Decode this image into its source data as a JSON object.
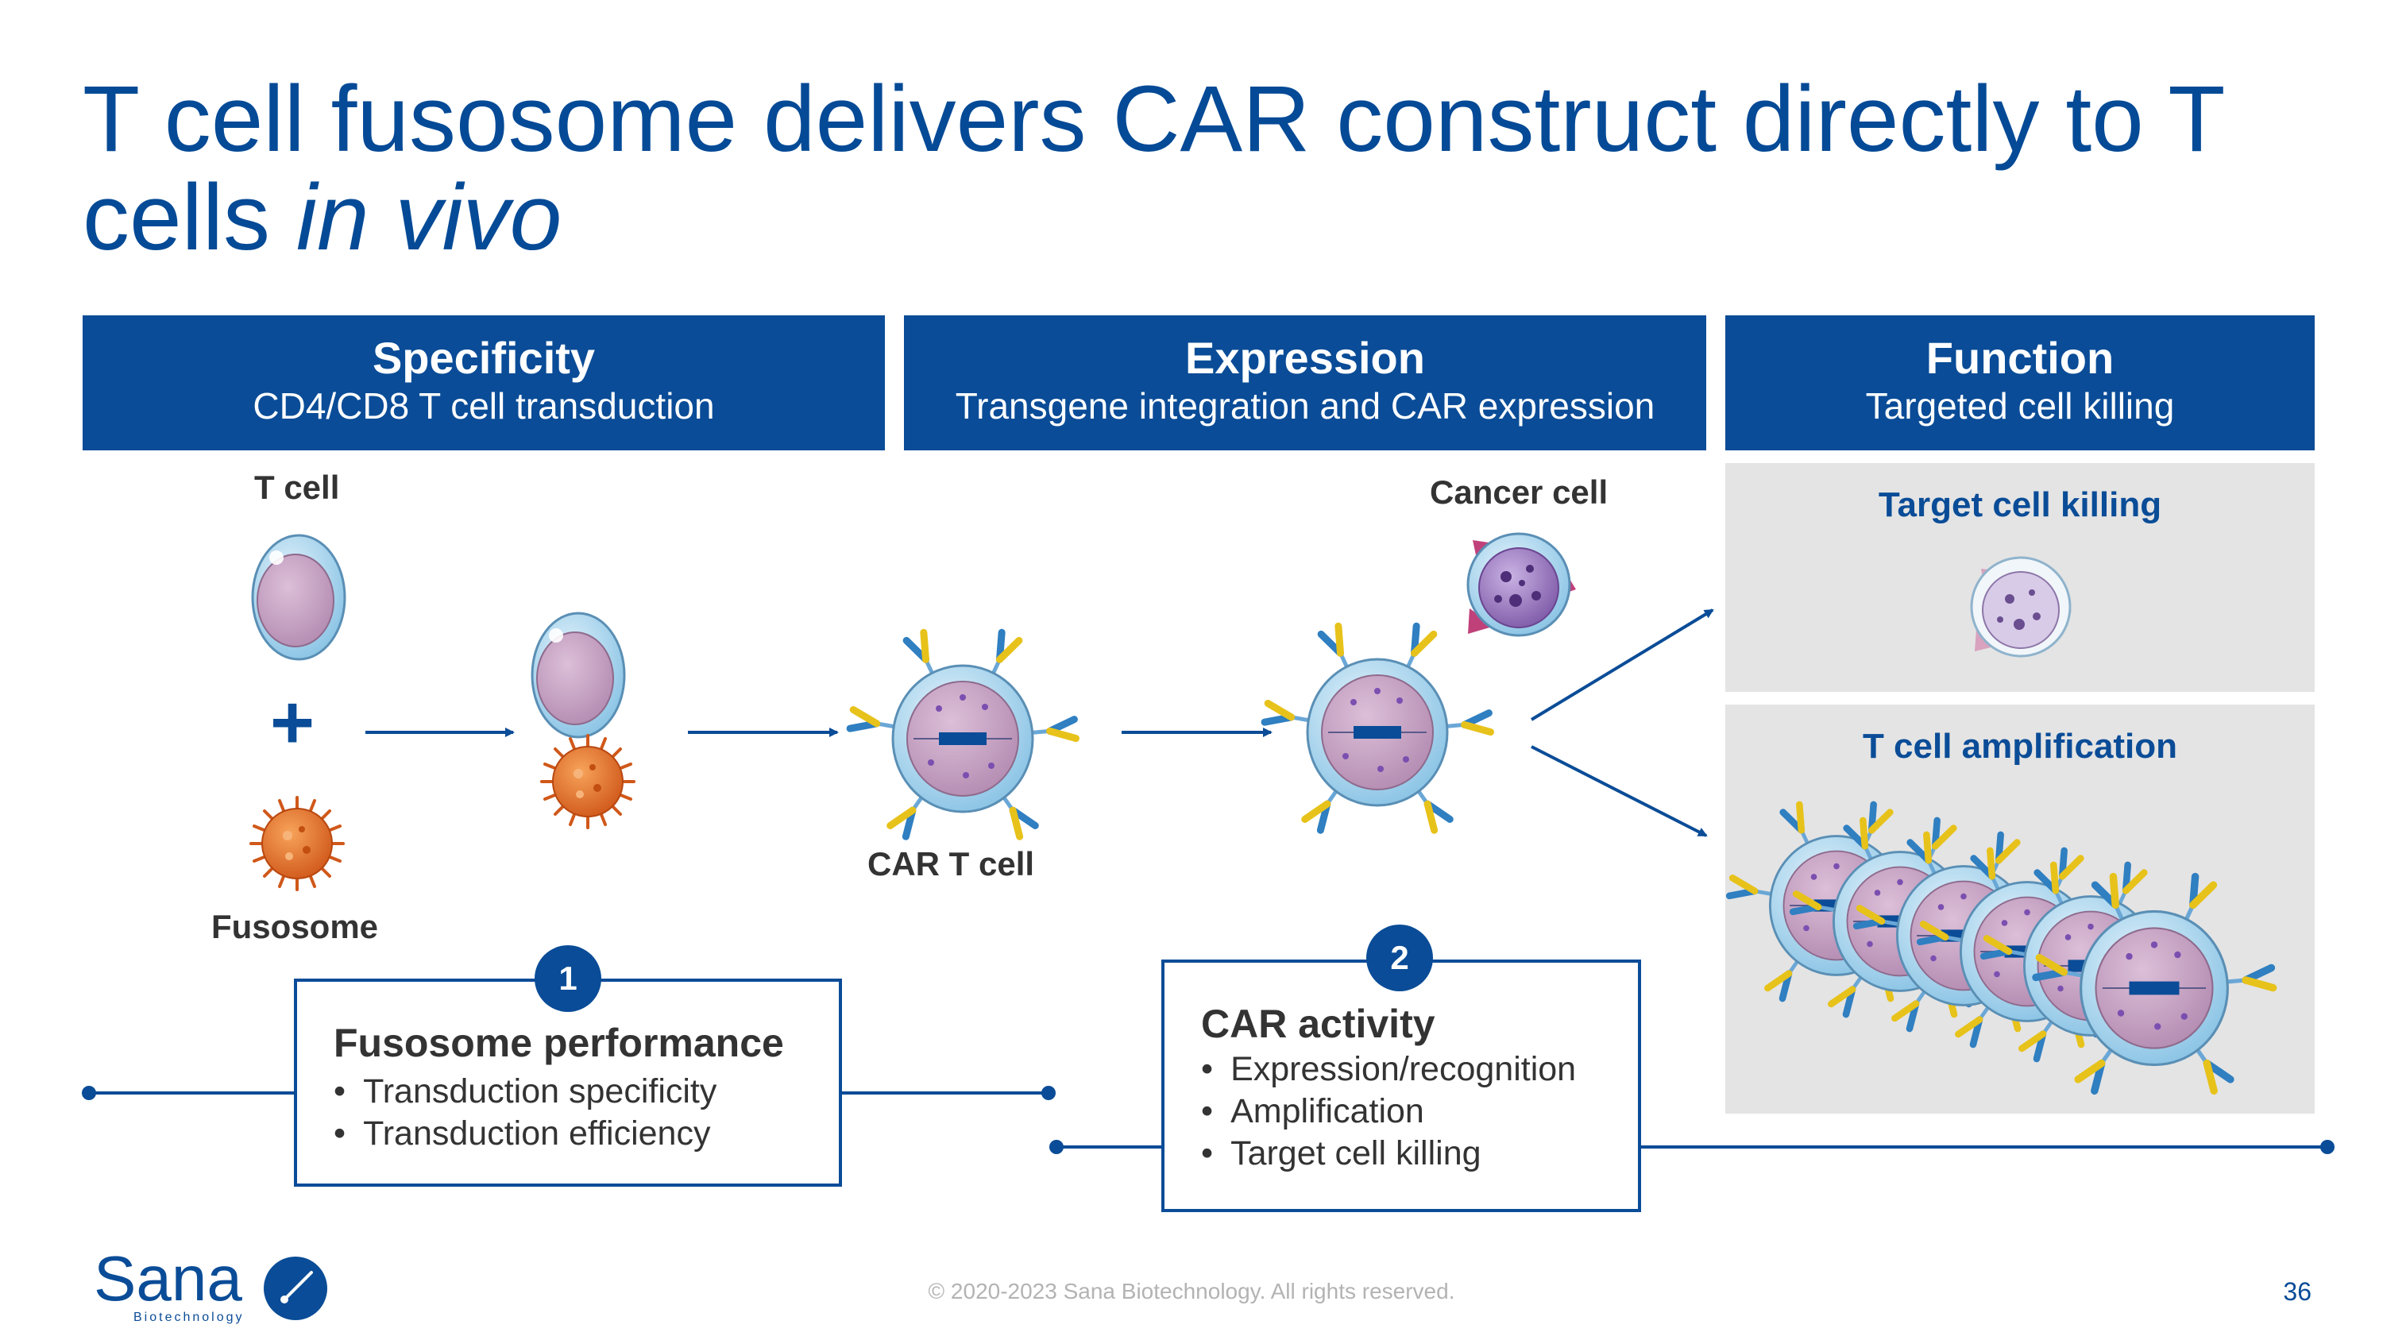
{
  "title": {
    "line1": "T cell fusosome delivers CAR construct directly to T",
    "line2_plain": "cells ",
    "line2_italic": "in vivo"
  },
  "headers": [
    {
      "title": "Specificity",
      "subtitle": "CD4/CD8 T cell transduction"
    },
    {
      "title": "Expression",
      "subtitle": "Transgene integration and CAR expression"
    },
    {
      "title": "Function",
      "subtitle": "Targeted cell killing"
    }
  ],
  "labels": {
    "t_cell": "T cell",
    "plus": "+",
    "fusosome": "Fusosome",
    "car_t_cell": "CAR T cell",
    "cancer_cell": "Cancer cell"
  },
  "panels": {
    "killing": "Target cell killing",
    "amplification": "T cell amplification"
  },
  "boxes": [
    {
      "badge": "1",
      "title": "Fusosome performance",
      "items": [
        "Transduction specificity",
        "Transduction efficiency"
      ]
    },
    {
      "badge": "2",
      "title": "CAR activity",
      "items": [
        "Expression/recognition",
        "Amplification",
        "Target cell killing"
      ]
    }
  ],
  "footer": {
    "copyright": "© 2020-2023 Sana Biotechnology. All rights reserved.",
    "page": "36"
  },
  "logo": {
    "name": "Sana",
    "sub": "Biotechnology"
  },
  "colors": {
    "brand": "#0a4c97",
    "panel": "#e4e4e4",
    "cell_body": "#c7a4c4",
    "cell_membrane": "#a9d5ef",
    "virus": "#e0701e"
  }
}
